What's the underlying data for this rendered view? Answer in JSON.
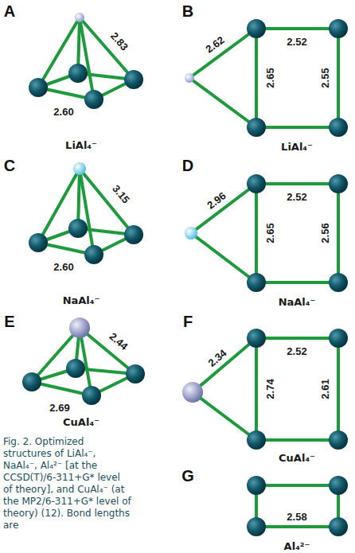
{
  "diagram": {
    "caption": "Fig. 2. Optimized structures of LiAl₄⁻, NaAl₄⁻, Al₄²⁻ [at the CCSD(T)/6-311+G* level of theory], and CuAl₄⁻ (at the MP2/6-311+G* level of theory) (12). Bond lengths are",
    "labels": [
      "A",
      "2.83",
      "2.60",
      "LiAl₄⁻",
      "B",
      "2.62",
      "2.52",
      "2.65",
      "2.55",
      "LiAl₄⁻",
      "C",
      "3.15",
      "2.60",
      "NaAl₄⁻",
      "D",
      "2.96",
      "2.52",
      "2.65",
      "2.56",
      "NaAl₄⁻",
      "E",
      "2.44",
      "2.69",
      "CuAl₄⁻",
      "F",
      "2.34",
      "2.52",
      "2.74",
      "2.61",
      "CuAl₄⁻",
      "G",
      "2.58",
      "Al₄²⁻"
    ]
  }
}
